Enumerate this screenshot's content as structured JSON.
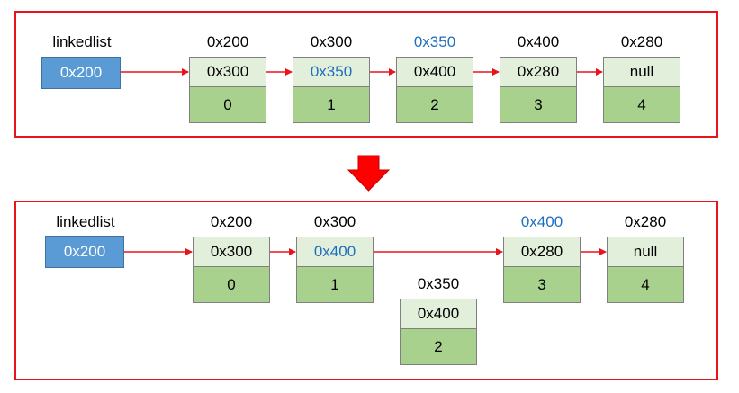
{
  "before": {
    "head_label": "linkedlist",
    "head_value": "0x200",
    "nodes": [
      {
        "addr": "0x200",
        "next": "0x300",
        "value": "0"
      },
      {
        "addr": "0x300",
        "next": "0x350",
        "value": "1"
      },
      {
        "addr": "0x350",
        "next": "0x400",
        "value": "2"
      },
      {
        "addr": "0x400",
        "next": "0x280",
        "value": "3"
      },
      {
        "addr": "0x280",
        "next": "null",
        "value": "4"
      }
    ]
  },
  "after": {
    "head_label": "linkedlist",
    "head_value": "0x200",
    "nodes": [
      {
        "addr": "0x200",
        "next": "0x300",
        "value": "0"
      },
      {
        "addr": "0x300",
        "next": "0x400",
        "value": "1"
      },
      {
        "addr": "0x400",
        "next": "0x280",
        "value": "3"
      },
      {
        "addr": "0x280",
        "next": "null",
        "value": "4"
      }
    ],
    "removed": {
      "addr": "0x350",
      "next": "0x400",
      "value": "2"
    }
  },
  "colors": {
    "panel_border": "#e8131b",
    "arrow": "#e8131b",
    "head_fill": "#5b9bd5",
    "pointer_fill": "#e2efda",
    "value_fill": "#a9d18e",
    "highlight_text": "#1f6fc0"
  }
}
